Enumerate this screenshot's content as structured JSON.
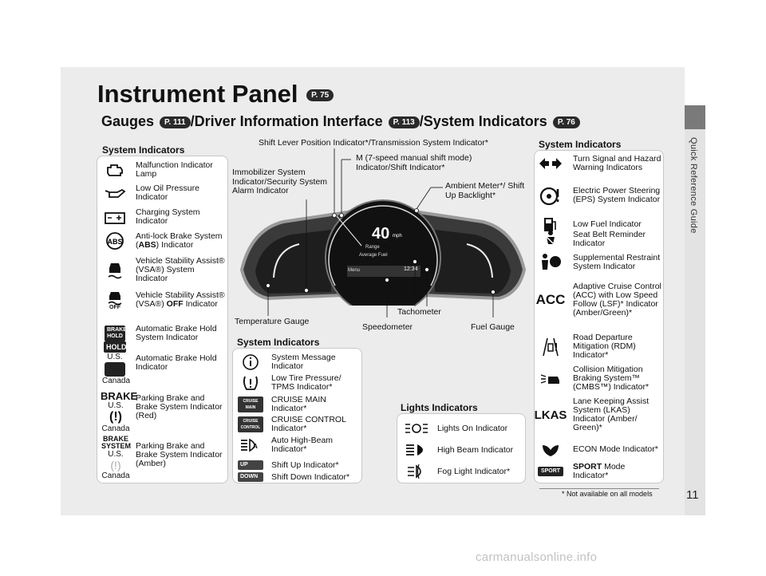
{
  "side_label": "Quick Reference Guide",
  "page_number": "11",
  "title": {
    "text": "Instrument Panel",
    "ref": "P. 75"
  },
  "subtitle": {
    "part1": "Gauges",
    "ref1": "P. 111",
    "part2": "/Driver Information Interface",
    "ref2": "P. 113",
    "part3": "/System Indicators",
    "ref3": "P. 76"
  },
  "left_box": {
    "header": "System Indicators",
    "items": [
      {
        "label": "Malfunction Indicator Lamp"
      },
      {
        "label": "Low Oil Pressure Indicator"
      },
      {
        "label": "Charging System Indicator"
      },
      {
        "label_pre": "Anti-lock Brake System (",
        "label_bold": "ABS",
        "label_post": ") Indicator"
      },
      {
        "label": "Vehicle Stability Assist® (VSA®) System Indicator"
      },
      {
        "label_pre": "Vehicle Stability Assist® (VSA®) ",
        "label_bold": "OFF",
        "label_post": " Indicator"
      },
      {
        "label": "Automatic Brake Hold System Indicator",
        "icon_text": "BRAKE HOLD"
      },
      {
        "label": "Automatic Brake Hold Indicator",
        "icon_text": "HOLD",
        "us": "U.S.",
        "canada": "Canada"
      },
      {
        "label": "Parking Brake and Brake System Indicator (Red)",
        "icon_text": "BRAKE",
        "us": "U.S.",
        "canada": "Canada"
      },
      {
        "label": "Parking Brake and Brake System Indicator (Amber)",
        "icon_text": "BRAKE SYSTEM",
        "us": "U.S.",
        "canada": "Canada"
      }
    ]
  },
  "callouts": {
    "shift_lever": "Shift Lever Position Indicator*/Transmission System Indicator*",
    "m_mode": "M (7-speed manual shift mode) Indicator/Shift Indicator*",
    "immobilizer": "Immobilizer System Indicator/Security System Alarm Indicator",
    "ambient": "Ambient Meter*/ Shift Up Backlight*",
    "tachometer": "Tachometer",
    "temperature": "Temperature Gauge",
    "speedometer": "Speedometer",
    "fuel": "Fuel Gauge"
  },
  "cluster": {
    "speed": "40",
    "unit": "mph",
    "range": "Range",
    "avg": "Average Fuel",
    "time": "12:34",
    "menu": "Menu"
  },
  "mid_box": {
    "header": "System Indicators",
    "items": [
      {
        "label": "System Message Indicator"
      },
      {
        "label": "Low Tire Pressure/ TPMS Indicator*"
      },
      {
        "label": "CRUISE MAIN Indicator*",
        "icon_text": "CRUISE MAIN"
      },
      {
        "label": "CRUISE CONTROL Indicator*",
        "icon_text": "CRUISE CONTROL"
      },
      {
        "label": "Auto High-Beam Indicator*"
      },
      {
        "label": "Shift Up Indicator*",
        "icon_text": "UP"
      },
      {
        "label": "Shift Down Indicator*",
        "icon_text": "DOWN"
      }
    ]
  },
  "lights_box": {
    "header": "Lights Indicators",
    "items": [
      {
        "label": "Lights On Indicator"
      },
      {
        "label": "High Beam Indicator"
      },
      {
        "label": "Fog Light Indicator*"
      }
    ]
  },
  "right_box": {
    "header": "System Indicators",
    "items": [
      {
        "label": "Turn Signal and Hazard Warning Indicators"
      },
      {
        "label": "Electric Power Steering (EPS) System Indicator"
      },
      {
        "label": "Low Fuel Indicator"
      },
      {
        "label": "Seat Belt Reminder Indicator"
      },
      {
        "label": "Supplemental Restraint System Indicator"
      },
      {
        "label": "Adaptive Cruise Control (ACC) with Low Speed Follow (LSF)* Indicator (Amber/Green)*",
        "icon_text": "ACC"
      },
      {
        "label": "Road Departure Mitigation (RDM) Indicator*"
      },
      {
        "label": "Collision Mitigation Braking System™ (CMBS™) Indicator*"
      },
      {
        "label": "Lane Keeping Assist System (LKAS) Indicator (Amber/ Green)*",
        "icon_text": "LKAS"
      },
      {
        "label": "ECON Mode Indicator*"
      },
      {
        "label_bold": "SPORT",
        "label_post": " Mode Indicator*",
        "icon_text": "SPORT"
      }
    ]
  },
  "footnote": "* Not available on all models",
  "watermark": "carmanualsonline.info"
}
